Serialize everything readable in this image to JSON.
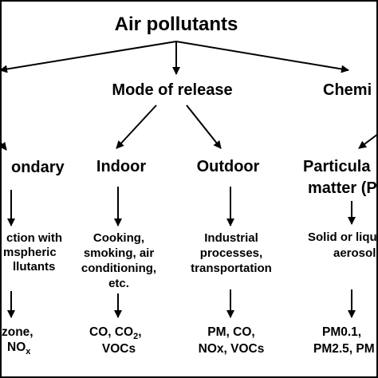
{
  "title": "Air pollutants",
  "categories": {
    "mode": {
      "label": "Mode of release"
    },
    "chemical": {
      "label": "Chemi"
    }
  },
  "columns": {
    "secondary": {
      "label": "ondary",
      "desc": [
        "ction with",
        "mspheric",
        "llutants"
      ],
      "examples": {
        "line1": "zone,",
        "line2_main": "NO",
        "line2_sub": "x"
      }
    },
    "indoor": {
      "label": "Indoor",
      "desc": [
        "Cooking,",
        "smoking, air",
        "conditioning,",
        "etc."
      ],
      "examples": {
        "line1_main": "CO, CO",
        "line1_sub": "2",
        "line1_end": ",",
        "line2": "VOCs"
      }
    },
    "outdoor": {
      "label": "Outdoor",
      "desc": [
        "Industrial",
        "processes,",
        "transportation"
      ],
      "examples": [
        "PM, CO,",
        "NOx, VOCs"
      ]
    },
    "particulate": {
      "label": [
        "Particula",
        "matter (P"
      ],
      "desc": [
        "Solid or liqu",
        "aerosols"
      ],
      "examples": [
        "PM0.1,",
        "PM2.5, PM"
      ]
    }
  }
}
